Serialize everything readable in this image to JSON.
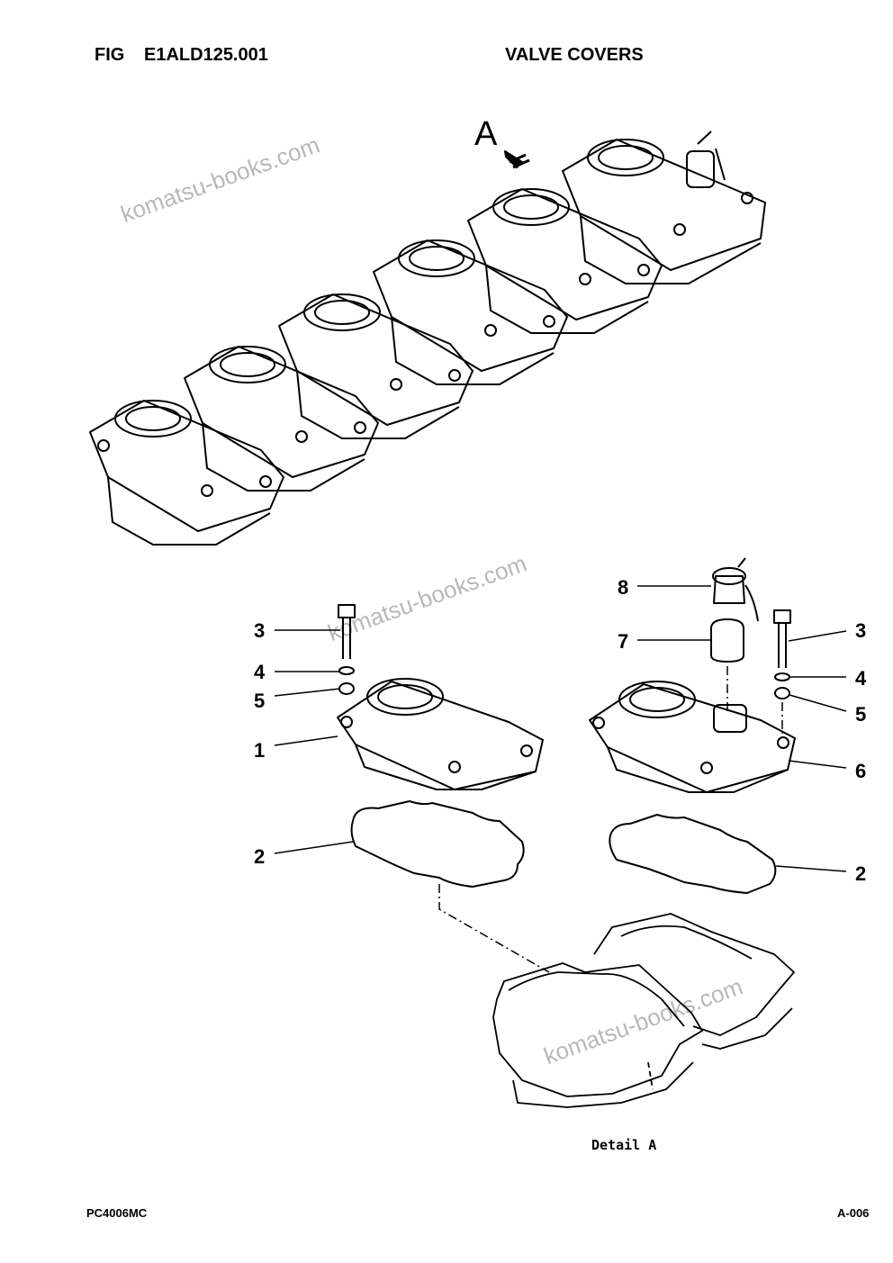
{
  "header": {
    "fig_label": "FIG",
    "fig_code": "E1ALD125.001",
    "title": "VALVE COVERS"
  },
  "view_letter": "A",
  "detail_label": "Detail A",
  "watermark": "komatsu-books.com",
  "callouts": {
    "left": [
      "3",
      "4",
      "5",
      "1",
      "2"
    ],
    "right": [
      "8",
      "7",
      "3",
      "4",
      "5",
      "6",
      "2"
    ]
  },
  "footer": {
    "model": "PC4006MC",
    "page": "A-006"
  }
}
